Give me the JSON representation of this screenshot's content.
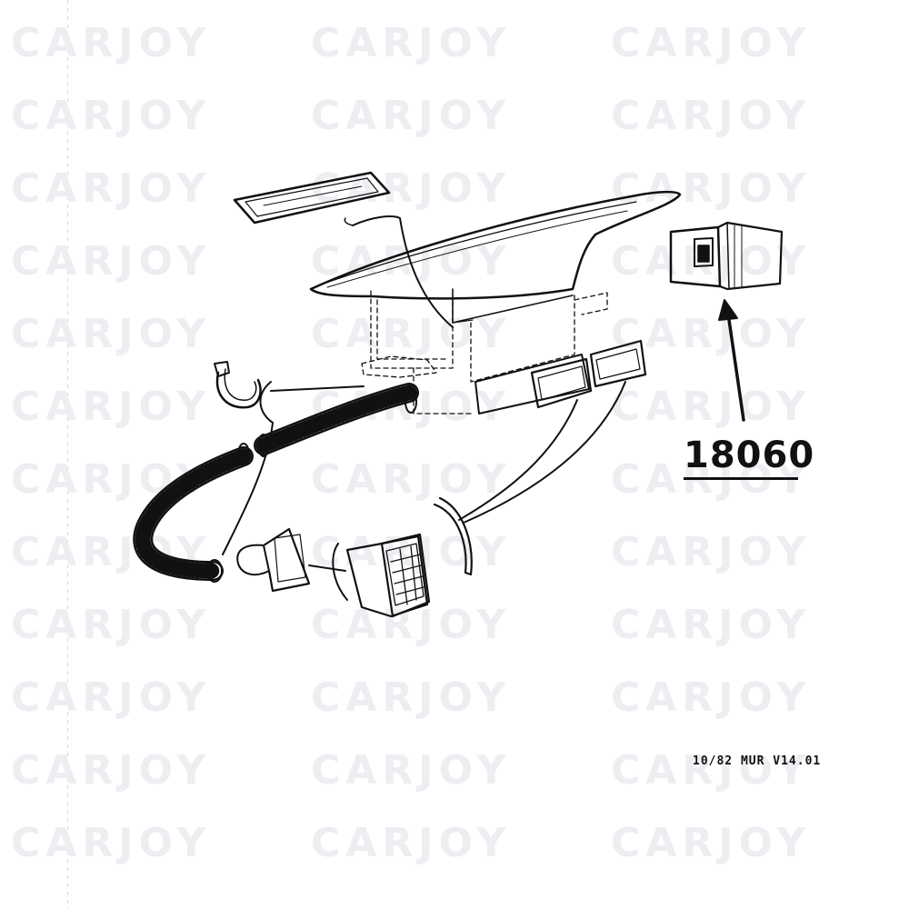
{
  "watermark": {
    "text": "CARJOY"
  },
  "diagram": {
    "part_number": "18060",
    "footer_code": "10/82 MUR V14.01"
  },
  "colors": {
    "ink": "#111111",
    "watermark": "#eceef2",
    "background": "#ffffff"
  }
}
